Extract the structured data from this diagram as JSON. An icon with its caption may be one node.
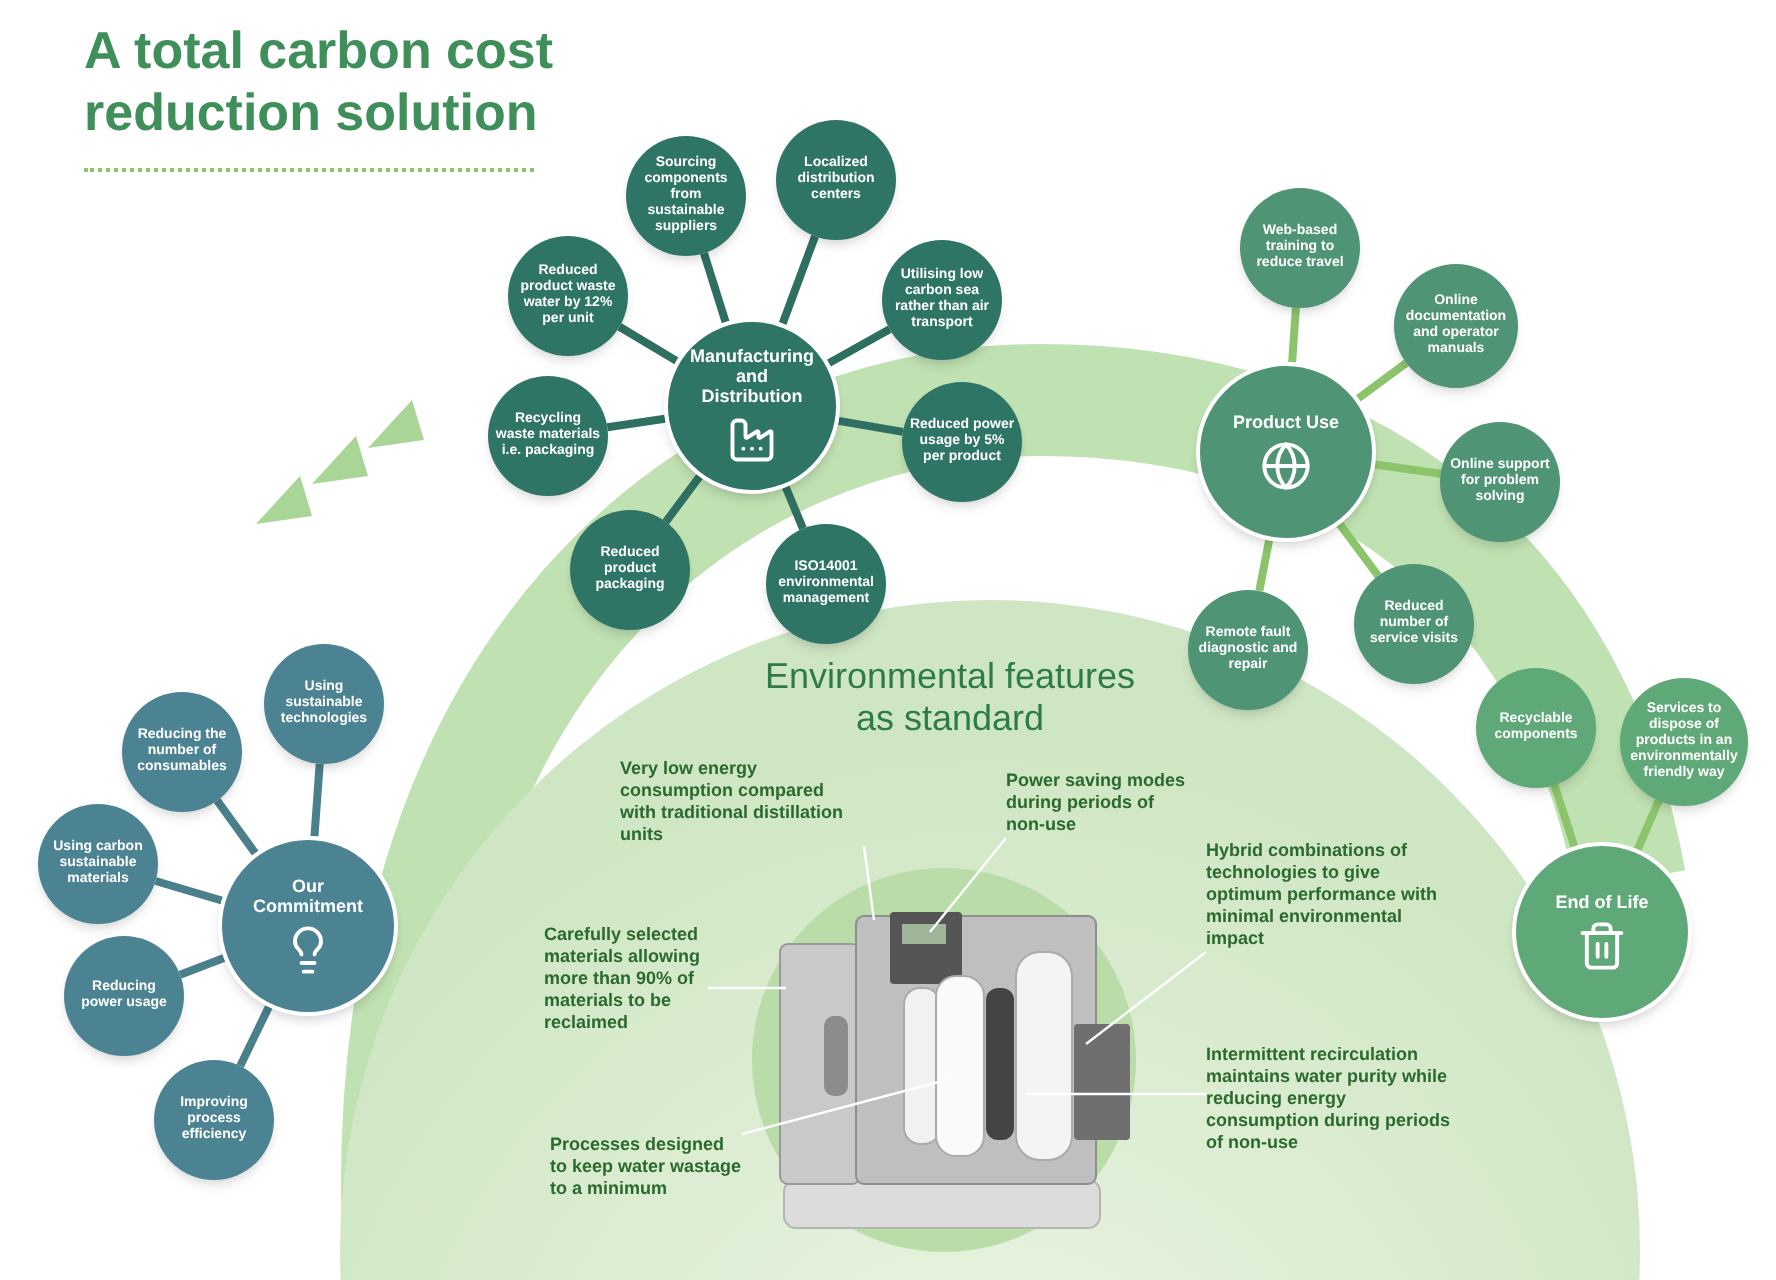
{
  "diagram": {
    "title": "A total carbon cost reduction solution",
    "nodes": [
      {
        "text": [
          "Manufacturing and Distribution"
        ]
      },
      {
        "text": [
          "Sourcing components from sustainable suppliers"
        ]
      },
      {
        "text": [
          "Localized distribution centers"
        ]
      },
      {
        "text": [
          "Reduced product waste water by 12% per unit"
        ]
      },
      {
        "text": [
          "Utilising low carbon sea rather than air transport"
        ]
      },
      {
        "text": [
          "Recycling waste materials i.e. packaging"
        ]
      },
      {
        "text": [
          "Reduced power usage by 5% per product"
        ]
      },
      {
        "text": [
          "Reduced product packaging"
        ]
      },
      {
        "text": [
          "ISO14001 environmental management"
        ]
      },
      {
        "text": [
          "Product Use"
        ]
      },
      {
        "text": [
          "Web-based training to reduce travel"
        ]
      },
      {
        "text": [
          "Online documentation and operator manuals"
        ]
      },
      {
        "text": [
          "Online support for problem solving"
        ]
      },
      {
        "text": [
          "Reduced number of service visits"
        ]
      },
      {
        "text": [
          "Remote fault diagnostic and repair"
        ]
      },
      {
        "text": [
          "Our Commitment"
        ]
      },
      {
        "text": [
          "Using sustainable technologies"
        ]
      },
      {
        "text": [
          "Reducing the number of consumables"
        ]
      },
      {
        "text": [
          "Using carbon sustainable materials"
        ]
      },
      {
        "text": [
          "Reducing power usage"
        ]
      },
      {
        "text": [
          "Improving process efficiency"
        ]
      },
      {
        "text": [
          "End of Life"
        ]
      },
      {
        "text": [
          "Recyclable components"
        ]
      },
      {
        "text": [
          "Services to dispose of products in an environmentally friendly way"
        ]
      },
      {
        "text": [
          "Very low energy consumption compared with traditional distillation units"
        ]
      },
      {
        "text": [
          "Power saving modes during periods of non-use"
        ]
      },
      {
        "text": [
          "Carefully selected materials allowing more than 90% of materials to be reclaimed"
        ]
      },
      {
        "text": [
          "Hybrid combinations of technologies to give optimum performance with minimal environmental impact"
        ]
      },
      {
        "text": [
          "Processes designed to keep water wastage to a minimum"
        ]
      },
      {
        "text": [
          "Intermittent recirculation maintains water purity while reducing energy consumption during periods of non-use"
        ]
      },
      {
        "text": [],
        "shape": "picture"
      }
    ],
    "edges": [
      {
        "from": 0,
        "to": 1,
        "arrow": "none"
      },
      {
        "from": 0,
        "to": 2,
        "arrow": "none"
      },
      {
        "from": 0,
        "to": 3,
        "arrow": "none"
      },
      {
        "from": 0,
        "to": 4,
        "arrow": "none"
      },
      {
        "from": 0,
        "to": 5,
        "arrow": "none"
      },
      {
        "from": 0,
        "to": 6,
        "arrow": "none"
      },
      {
        "from": 0,
        "to": 7,
        "arrow": "none"
      },
      {
        "from": 0,
        "to": 8,
        "arrow": "none"
      },
      {
        "from": 9,
        "to": 10,
        "arrow": "none",
        "color": "#8cc46c"
      },
      {
        "from": 9,
        "to": 11,
        "arrow": "none",
        "color": "#8cc46c"
      },
      {
        "from": 9,
        "to": 12,
        "arrow": "none",
        "color": "#8cc46c"
      },
      {
        "from": 9,
        "to": 13,
        "arrow": "none",
        "color": "#8cc46c"
      },
      {
        "from": 9,
        "to": 14,
        "arrow": "none",
        "color": "#8cc46c"
      },
      {
        "from": 15,
        "to": 16,
        "arrow": "none",
        "color": "#4a7f8c"
      },
      {
        "from": 15,
        "to": 17,
        "arrow": "none",
        "color": "#4a7f8c"
      },
      {
        "from": 15,
        "to": 18,
        "arrow": "none",
        "color": "#4a7f8c"
      },
      {
        "from": 15,
        "to": 19,
        "arrow": "none",
        "color": "#4a7f8c"
      },
      {
        "from": 15,
        "to": 20,
        "arrow": "none",
        "color": "#4a7f8c"
      },
      {
        "from": 21,
        "to": 22,
        "arrow": "none",
        "color": "#8cc46c"
      },
      {
        "from": 21,
        "to": 23,
        "arrow": "none",
        "color": "#8cc46c"
      },
      {
        "from": 24,
        "to": 30,
        "arrow": "none",
        "color": "#ffffff"
      },
      {
        "from": 25,
        "to": 30,
        "arrow": "none",
        "color": "#ffffff"
      },
      {
        "from": 26,
        "to": 30,
        "arrow": "none",
        "color": "#ffffff"
      },
      {
        "from": 27,
        "to": 30,
        "arrow": "none",
        "color": "#ffffff"
      },
      {
        "from": 28,
        "to": 30,
        "arrow": "none",
        "color": "#ffffff"
      },
      {
        "from": 29,
        "to": 30,
        "arrow": "none",
        "color": "#ffffff"
      }
    ],
    "labels": [
      "Environmental features as standard"
    ]
  }
}
